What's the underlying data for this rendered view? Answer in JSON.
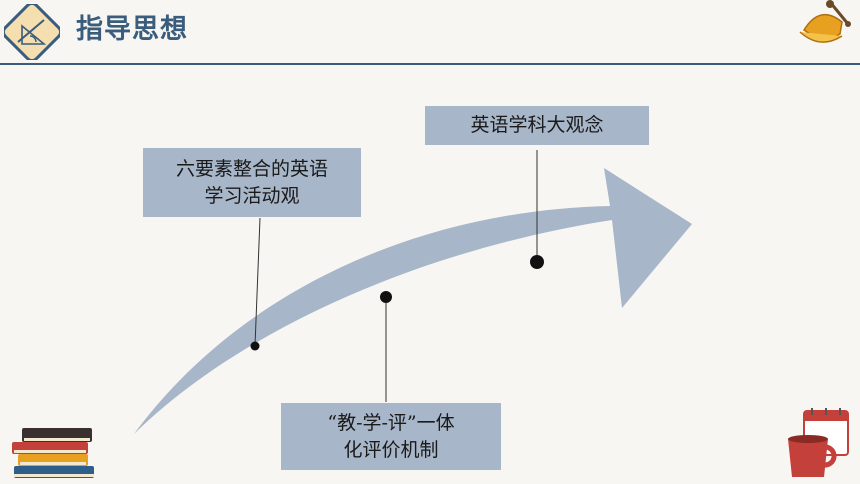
{
  "header": {
    "title": "指导思想",
    "logo_icon": "geometry-tools-icon",
    "lamp_icon": "desk-lamp-icon"
  },
  "colors": {
    "title": "#3a5d7d",
    "rule": "#3a5d7d",
    "arrow": "#a8b6c9",
    "box": "#a8b6c9",
    "background": "#f8f6f2"
  },
  "diagram": {
    "arrow_icon": "curved-arrow-icon",
    "labels": {
      "concept": "英语学科大观念",
      "activity_line1": "六要素整合的英语",
      "activity_line2": "学习活动观",
      "assessment_line1": "“教-学-评”一体",
      "assessment_line2": "化评价机制"
    }
  },
  "decor": {
    "books_icon": "book-stack-icon",
    "cup_icon": "coffee-cup-icon"
  }
}
